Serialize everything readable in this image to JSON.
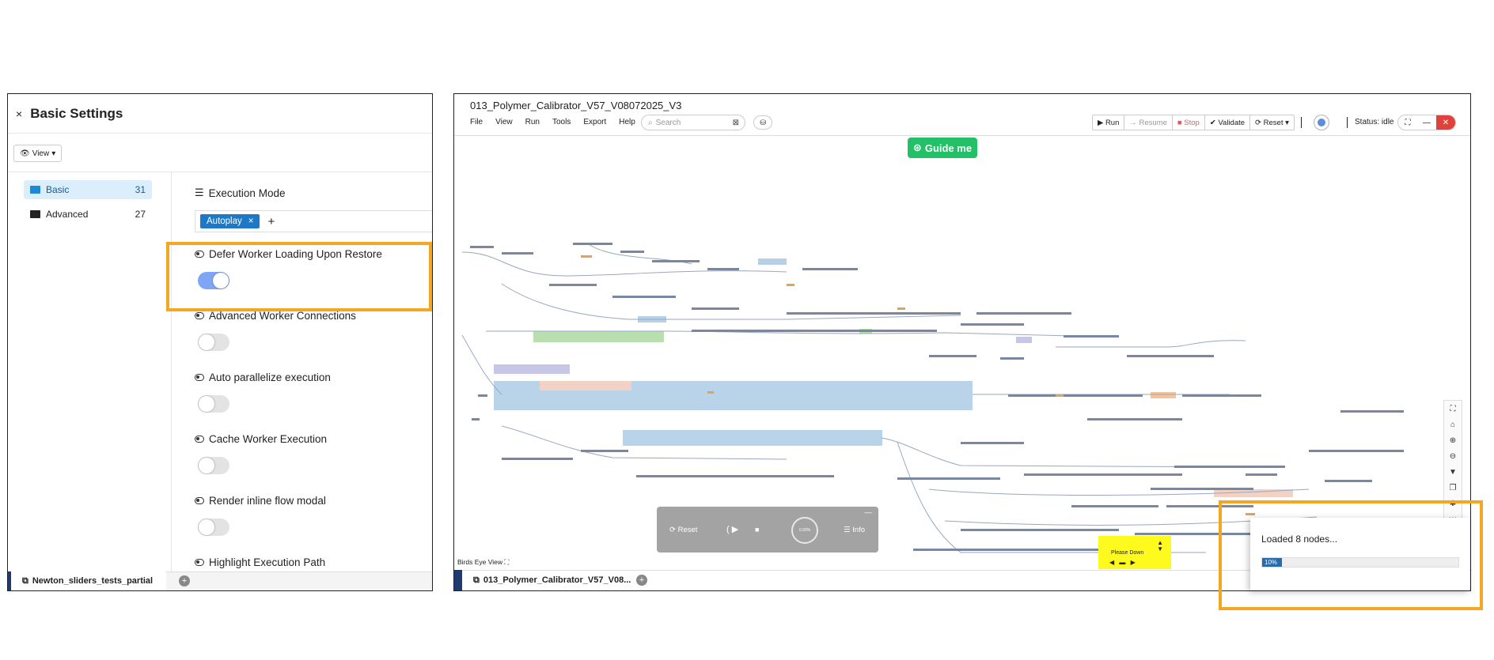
{
  "settings_panel": {
    "close_glyph": "×",
    "title": "Basic Settings",
    "view_button": "View",
    "categories": [
      {
        "label": "Basic",
        "count": "31",
        "active": true
      },
      {
        "label": "Advanced",
        "count": "27",
        "active": false
      }
    ],
    "execution_mode": {
      "label": "Execution Mode",
      "chip": "Autoplay",
      "chip_remove": "×",
      "add": "+"
    },
    "toggles": [
      {
        "label": "Defer Worker Loading Upon Restore",
        "on": true
      },
      {
        "label": "Advanced Worker Connections",
        "on": false
      },
      {
        "label": "Auto parallelize execution",
        "on": false
      },
      {
        "label": "Cache Worker Execution",
        "on": false
      },
      {
        "label": "Render inline flow modal",
        "on": false
      },
      {
        "label": "Highlight Execution Path",
        "on": false
      }
    ],
    "footer_tab": "Newton_sliders_tests_partial",
    "footer_add": "+"
  },
  "editor": {
    "title": "013_Polymer_Calibrator_V57_V08072025_V3",
    "menu": [
      "File",
      "View",
      "Run",
      "Tools",
      "Export",
      "Help"
    ],
    "search_placeholder": "Search",
    "toolbar": {
      "run": "▶ Run",
      "resume": "→ Resume",
      "stop": "■ Stop",
      "validate": "✔ Validate",
      "reset": "⟳ Reset ▾"
    },
    "status": "Status: idle",
    "guide_me": "Guide me",
    "player": {
      "reset": "⟳ Reset",
      "info": "☰ Info",
      "dial": "0.00%",
      "minimize": "—"
    },
    "birds_eye": "Birds Eye View ⛶",
    "please_load": "Please Down",
    "footer_tab": "013_Polymer_Calibrator_V57_V08...",
    "footer_add": "+"
  },
  "loading": {
    "message": "Loaded 8 nodes...",
    "progress_label": "10%",
    "progress": 0.1
  },
  "colors": {
    "accent": "#1e78c8",
    "highlight": "#f5a623",
    "guide": "#22c168",
    "close_red": "#e0413a"
  }
}
